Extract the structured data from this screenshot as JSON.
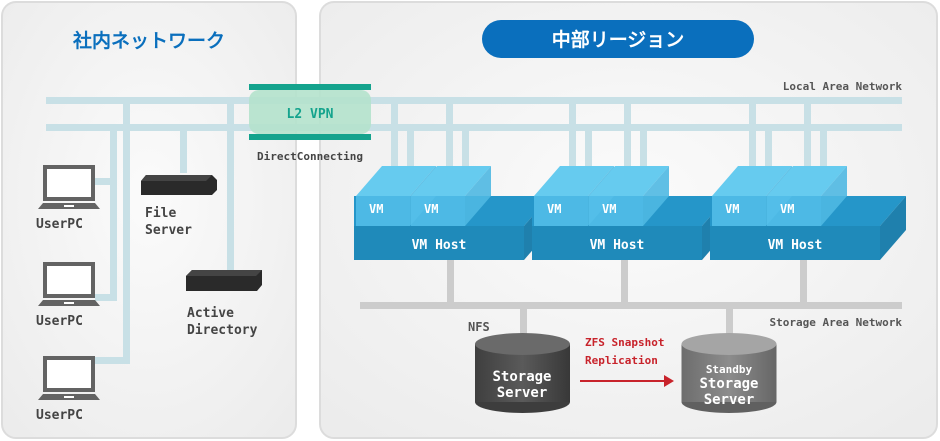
{
  "panels": {
    "internal": {
      "title": "社内ネットワーク"
    },
    "region": {
      "title": "中部リージョン"
    }
  },
  "links": {
    "vpn_label": "L2 VPN",
    "vpn_caption": "DirectConnecting",
    "lan_label": "Local Area Network",
    "san_label": "Storage Area Network",
    "nfs_label": "NFS"
  },
  "devices": {
    "userpcs": [
      {
        "label": "UserPC"
      },
      {
        "label": "UserPC"
      },
      {
        "label": "UserPC"
      }
    ],
    "file_server": {
      "line1": "File",
      "line2": "Server"
    },
    "active_directory": {
      "line1": "Active",
      "line2": "Directory"
    }
  },
  "hosts": [
    {
      "label": "VM Host",
      "vms": [
        "VM",
        "VM"
      ]
    },
    {
      "label": "VM Host",
      "vms": [
        "VM",
        "VM"
      ]
    },
    {
      "label": "VM Host",
      "vms": [
        "VM",
        "VM"
      ]
    }
  ],
  "storage": {
    "primary": {
      "line1": "Storage",
      "line2": "Server"
    },
    "standby": {
      "line0": "Standby",
      "line1": "Storage",
      "line2": "Server"
    },
    "replication": {
      "line1": "ZFS Snapshot",
      "line2": "Replication"
    }
  },
  "colors": {
    "accent_blue": "#0a6fbd",
    "lan_line": "#c8e0e6",
    "san_line": "#cccccc",
    "vpn_teal": "#14a38d",
    "vpn_fill": "#b4e2cc",
    "vm_light": "#5bc4ec",
    "host_blue": "#2596c9",
    "replication_red": "#c8232b"
  }
}
